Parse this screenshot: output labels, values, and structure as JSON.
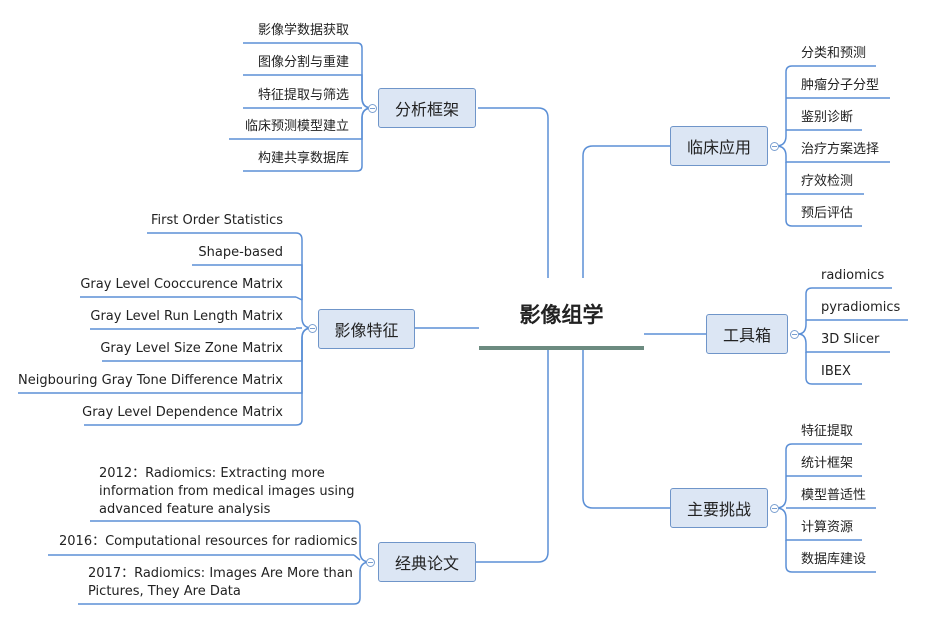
{
  "central": "影像组学",
  "branches": {
    "analysis": {
      "title": "分析框架",
      "items": [
        "影像学数据获取",
        "图像分割与重建",
        "特征提取与筛选",
        "临床预测模型建立",
        "构建共享数据库"
      ]
    },
    "features": {
      "title": "影像特征",
      "items": [
        "First Order Statistics",
        "Shape-based",
        "Gray Level Cooccurence Matrix",
        "Gray Level Run Length Matrix",
        "Gray Level Size Zone Matrix",
        "Neigbouring Gray Tone Difference Matrix",
        "Gray Level Dependence Matrix"
      ]
    },
    "papers": {
      "title": "经典论文",
      "items": [
        [
          "2012：Radiomics: Extracting more",
          "information from medical images using",
          "advanced feature analysis"
        ],
        [
          "2016：Computational resources for radiomics"
        ],
        [
          "2017：Radiomics: Images Are More than",
          "Pictures, They Are Data"
        ]
      ]
    },
    "clinical": {
      "title": "临床应用",
      "items": [
        "分类和预测",
        "肿瘤分子分型",
        "鉴别诊断",
        "治疗方案选择",
        "疗效检测",
        "预后评估"
      ]
    },
    "tools": {
      "title": "工具箱",
      "items": [
        "radiomics",
        "pyradiomics",
        "3D Slicer",
        "IBEX"
      ]
    },
    "challenges": {
      "title": "主要挑战",
      "items": [
        "特征提取",
        "统计框架",
        "模型普适性",
        "计算资源",
        "数据库建设"
      ]
    }
  }
}
